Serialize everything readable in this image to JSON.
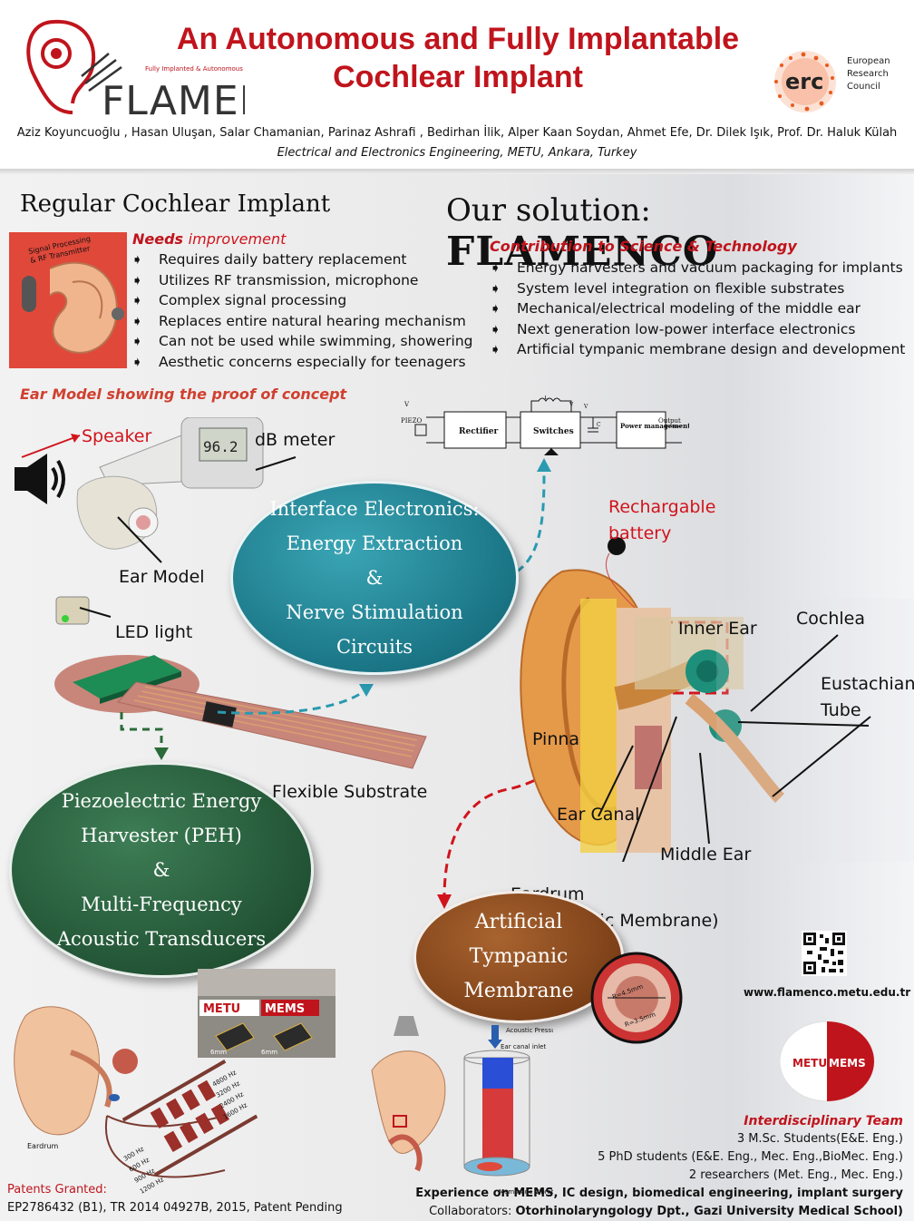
{
  "header": {
    "title_line1": "An Autonomous and Fully Implantable",
    "title_line2": "Cochlear Implant",
    "authors": "Aziz Koyuncuoğlu , Hasan Uluşan, Salar Chamanian, Parinaz Ashrafi , Bedirhan İlik, Alper Kaan Soydan,  Ahmet Efe, Dr. Dilek Işık, Prof. Dr. Haluk Külah",
    "affiliation": "Electrical and Electronics Engineering, METU, Ankara,  Turkey",
    "logo_text": "FLAMENCO",
    "logo_tagline": "Fully Implanted & Autonomous CI",
    "erc_logo": "erc",
    "erc_line1": "European",
    "erc_line2": "Research",
    "erc_line3": "Council"
  },
  "regular": {
    "title": "Regular Cochlear Implant",
    "subhead_a": "Needs",
    "subhead_b": "improvement",
    "img_label1": "Signal Processing",
    "img_label2": "& RF Transmitter",
    "bullets": [
      "Requires daily battery replacement",
      "Utilizes RF transmission, microphone",
      "Complex signal processing",
      "Replaces entire natural hearing mechanism",
      "Can not be used while swimming, showering",
      "Aesthetic concerns especially for teenagers"
    ]
  },
  "solution": {
    "title_a": "Our solution:",
    "title_b": "FLAMENCO",
    "subhead": "Contribution  to Science & Technology",
    "bullets": [
      "Energy harvesters and vacuum packaging for implants",
      "System level integration on flexible substrates",
      "Mechanical/electrical modeling of the middle ear",
      "Next generation low-power interface electronics",
      "Artificial tympanic membrane design and development"
    ]
  },
  "ear_model": {
    "caption": "Ear Model showing the proof of concept",
    "speaker": "Speaker",
    "db_meter": "dB meter",
    "meter_reading": "96.2",
    "ear_model": "Ear Model",
    "led": "LED light",
    "flex": "Flexible Substrate"
  },
  "circuit": {
    "piezo": "PIEZO",
    "vpzt": "V",
    "rectifier": "Rectifier",
    "switches": "Switches",
    "power": "Power management",
    "output": "Output",
    "l": "L",
    "vl": "V",
    "vstorage": "V",
    "cbuf": "C"
  },
  "ellipses": {
    "interface": [
      "Interface Electronics:",
      "Energy Extraction",
      "&",
      "Nerve Stimulation",
      "Circuits"
    ],
    "peh": [
      "Piezoelectric Energy",
      "Harvester (PEH)",
      "&",
      "Multi-Frequency",
      "Acoustic Transducers"
    ],
    "atm": [
      "Artificial",
      "Tympanic",
      "Membrane"
    ]
  },
  "anatomy": {
    "battery_a": "Rechargable",
    "battery_b": "battery",
    "inner_ear": "Inner Ear",
    "cochlea": "Cochlea",
    "eustachian_a": "Eustachian",
    "eustachian_b": "Tube",
    "pinna": "Pinna",
    "ear_canal": "Ear Canal",
    "middle_ear": "Middle Ear",
    "eardrum_a": "Eardrum",
    "eardrum_b": "(Tympanic Membrane)"
  },
  "bottom": {
    "metu_mems": [
      "METU",
      "MEMS"
    ],
    "chip_a": "6mm",
    "chip_b": "6mm",
    "eardrum": "Eardrum",
    "freqs_hi": [
      "4800 Hz",
      "3200 Hz",
      "2400 Hz",
      "1600 Hz"
    ],
    "freqs_lo": [
      "300 Hz",
      "600 Hz",
      "900 Hz",
      "1200 Hz"
    ],
    "acoustic_pressure": "Acoustic Pressure",
    "canal_inlet": "Ear canal inlet",
    "membrane_vibration": "Membrane Vibration",
    "dim1": "R=4.5mm",
    "dim2": "R=3.5mm"
  },
  "right_panel": {
    "website": "www.flamenco.metu.edu.tr",
    "logo_a": "METU",
    "logo_b": "MEMS",
    "team_title": "Interdisciplinary Team",
    "team_lines": [
      "3 M.Sc. Students(E&E. Eng.)",
      "5 PhD students (E&E. Eng., Mec. Eng.,BioMec. Eng.)",
      "2 researchers (Met. Eng., Mec. Eng.)"
    ],
    "experience": "Experience on MEMS, IC design, biomedical engineering, implant surgery",
    "collab_label": "Collaborators:",
    "collab_value": "Otorhinolaryngology Dpt., Gazi University Medical School)"
  },
  "patents": {
    "title": "Patents Granted:",
    "text": "EP2786432 (B1), TR 2014 04927B, 2015, Patent Pending"
  },
  "colors": {
    "accent_red": "#c0141c",
    "teal": "#1f7f90",
    "green": "#235a3a",
    "brown": "#8b4a1c"
  }
}
